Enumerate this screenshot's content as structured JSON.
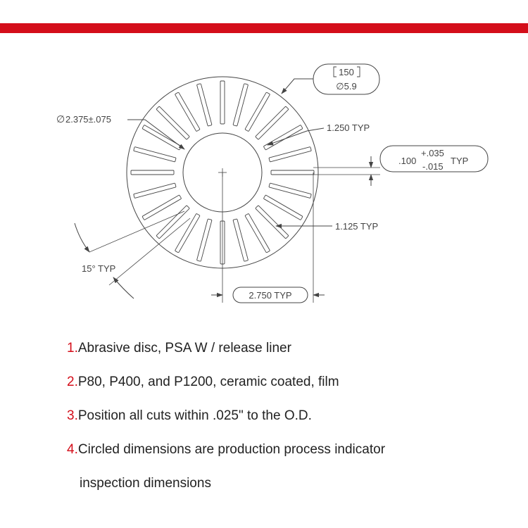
{
  "colors": {
    "accent_red": "#d40e1a",
    "line": "#444444",
    "text": "#222222"
  },
  "drawing": {
    "slot_count": 24,
    "dimensions": {
      "part_id": "150",
      "hole_dia": "∅5.9",
      "outer_dia_symbol": "∅",
      "outer_dia": "2.375±.075",
      "slot_length_1": "1.250 TYP",
      "slot_width_base": ".100",
      "slot_width_plus": "+.035",
      "slot_width_minus": "-.015",
      "slot_width_typ": "TYP",
      "slot_length_2": "1.125 TYP",
      "angle": "15° TYP",
      "span": "2.750 TYP"
    }
  },
  "notes": [
    {
      "num": "1.",
      "text": "Abrasive disc, PSA W / release liner"
    },
    {
      "num": "2.",
      "text": "P80, P400, and P1200, ceramic coated, film"
    },
    {
      "num": "3.",
      "text": "Position all cuts within .025\" to the O.D."
    },
    {
      "num": "4.",
      "text": "Circled dimensions are production process indicator"
    }
  ],
  "notes_continuation": "inspection dimensions"
}
